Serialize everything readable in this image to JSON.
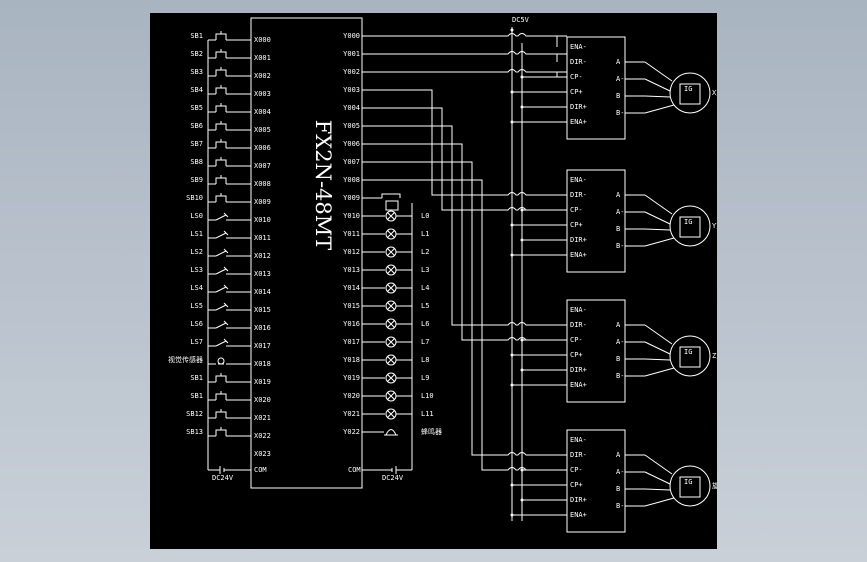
{
  "plc": {
    "model": "FX2N-48MT",
    "com_left": "COM",
    "com_right": "COM"
  },
  "supply": {
    "left": "DC24V",
    "right": "DC24V",
    "top": "DC5V"
  },
  "inputs": [
    {
      "device": "SB1",
      "terminal": "X000"
    },
    {
      "device": "SB2",
      "terminal": "X001"
    },
    {
      "device": "SB3",
      "terminal": "X002"
    },
    {
      "device": "SB4",
      "terminal": "X003"
    },
    {
      "device": "SB5",
      "terminal": "X004"
    },
    {
      "device": "SB6",
      "terminal": "X005"
    },
    {
      "device": "SB7",
      "terminal": "X006"
    },
    {
      "device": "SB8",
      "terminal": "X007"
    },
    {
      "device": "SB9",
      "terminal": "X008"
    },
    {
      "device": "SB10",
      "terminal": "X009"
    },
    {
      "device": "LS0",
      "terminal": "X010"
    },
    {
      "device": "LS1",
      "terminal": "X011"
    },
    {
      "device": "LS2",
      "terminal": "X012"
    },
    {
      "device": "LS3",
      "terminal": "X013"
    },
    {
      "device": "LS4",
      "terminal": "X014"
    },
    {
      "device": "LS5",
      "terminal": "X015"
    },
    {
      "device": "LS6",
      "terminal": "X016"
    },
    {
      "device": "LS7",
      "terminal": "X017"
    },
    {
      "device": "视觉传感器",
      "terminal": "X018"
    },
    {
      "device": "SB1",
      "terminal": "X019"
    },
    {
      "device": "SB1",
      "terminal": "X020"
    },
    {
      "device": "SB12",
      "terminal": "X021"
    },
    {
      "device": "SB13",
      "terminal": "X022"
    },
    {
      "device": "",
      "terminal": "X023"
    }
  ],
  "outputs_drive": [
    "Y000",
    "Y001",
    "Y002",
    "Y003",
    "Y004",
    "Y005",
    "Y006",
    "Y007",
    "Y008"
  ],
  "outputs_lamp": [
    {
      "terminal": "Y009",
      "label": ""
    },
    {
      "terminal": "Y010",
      "label": "L0"
    },
    {
      "terminal": "Y011",
      "label": "L1"
    },
    {
      "terminal": "Y012",
      "label": "L2"
    },
    {
      "terminal": "Y013",
      "label": "L3"
    },
    {
      "terminal": "Y014",
      "label": "L4"
    },
    {
      "terminal": "Y015",
      "label": "L5"
    },
    {
      "terminal": "Y016",
      "label": "L6"
    },
    {
      "terminal": "Y017",
      "label": "L7"
    },
    {
      "terminal": "Y018",
      "label": "L8"
    },
    {
      "terminal": "Y019",
      "label": "L9"
    },
    {
      "terminal": "Y020",
      "label": "L10"
    },
    {
      "terminal": "Y021",
      "label": "L11"
    },
    {
      "terminal": "Y022",
      "label": "蜂鸣器"
    }
  ],
  "driver_pins": [
    "ENA-",
    "DIR-",
    "CP-",
    "CP+",
    "DIR+",
    "ENA+"
  ],
  "driver_out": [
    "A",
    "A-",
    "B",
    "B-"
  ],
  "motor_label": "IG",
  "axes": [
    "X方向",
    "Y方向",
    "Z方向",
    "旋转"
  ]
}
